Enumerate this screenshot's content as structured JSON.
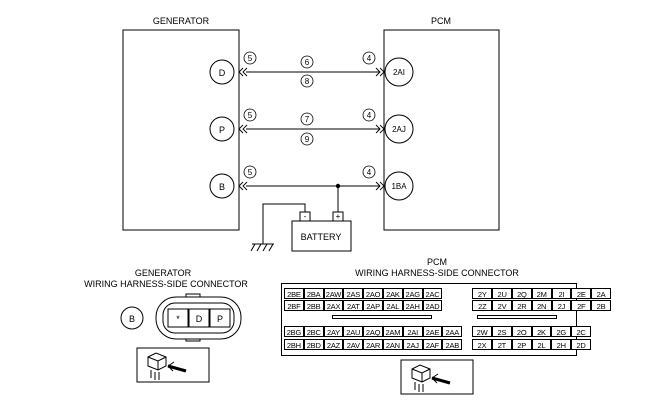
{
  "titles": {
    "generator": "GENERATOR",
    "pcm": "PCM",
    "battery": "BATTERY",
    "gen_connector_line1": "GENERATOR",
    "gen_connector_line2": "WIRING HARNESS-SIDE CONNECTOR",
    "pcm_connector_line1": "PCM",
    "pcm_connector_line2": "WIRING HARNESS-SIDE CONNECTOR"
  },
  "generator_terminals": [
    "D",
    "P",
    "B"
  ],
  "pcm_terminals": [
    "2AI",
    "2AJ",
    "1BA"
  ],
  "circle_numbers": {
    "gen_side": [
      "5",
      "5",
      "5"
    ],
    "pcm_side": [
      "4",
      "4",
      "4"
    ],
    "wire_d": [
      "6",
      "8"
    ],
    "wire_p": [
      "7",
      "9"
    ]
  },
  "battery_signs": [
    "-",
    "+"
  ],
  "gen_connector_pins": [
    "B",
    "*",
    "D",
    "P"
  ],
  "pcm_connector": {
    "left_top_row1": [
      "2BE",
      "2BA",
      "2AW",
      "2AS",
      "2AO",
      "2AK",
      "2AG",
      "2AC"
    ],
    "left_top_row2": [
      "2BF",
      "2BB",
      "2AX",
      "2AT",
      "2AP",
      "2AL",
      "2AH",
      "2AD"
    ],
    "right_top_row1": [
      "2Y",
      "2U",
      "2Q",
      "2M",
      "2I",
      "2E",
      "2A"
    ],
    "right_top_row2": [
      "2Z",
      "2V",
      "2R",
      "2N",
      "2J",
      "2F",
      "2B"
    ],
    "left_bot_row1": [
      "2BG",
      "2BC",
      "2AY",
      "2AU",
      "2AQ",
      "2AM",
      "2AI",
      "2AE",
      "2AA"
    ],
    "left_bot_row2": [
      "2BH",
      "2BD",
      "2AZ",
      "2AV",
      "2AR",
      "2AN",
      "2AJ",
      "2AF",
      "2AB"
    ],
    "right_bot_row1": [
      "2W",
      "2S",
      "2O",
      "2K",
      "2G",
      "2C"
    ],
    "right_bot_row2": [
      "2X",
      "2T",
      "2P",
      "2L",
      "2H",
      "2D"
    ]
  }
}
